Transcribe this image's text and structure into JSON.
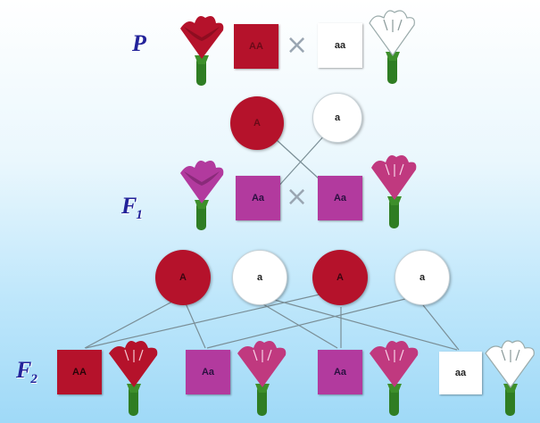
{
  "colors": {
    "red": "#b5122b",
    "pink": "#b23a9e",
    "white": "#ffffff",
    "stem": "#2f7d23",
    "label": "#23239a"
  },
  "labels": {
    "p": "P",
    "f1": "F",
    "f1_sub": "1",
    "f2": "F",
    "f2_sub": "2"
  },
  "p": {
    "left_genotype": "AA",
    "right_genotype": "aa",
    "cross_symbol": "×"
  },
  "p_gametes": [
    "A",
    "a"
  ],
  "f1": {
    "left_genotype": "Aa",
    "right_genotype": "Aa",
    "cross_symbol": "×"
  },
  "f1_gametes": [
    "A",
    "a",
    "A",
    "a"
  ],
  "f2": [
    "AA",
    "Aa",
    "Aa",
    "aa"
  ],
  "icons": {
    "flower": "carnation-flower-icon"
  }
}
